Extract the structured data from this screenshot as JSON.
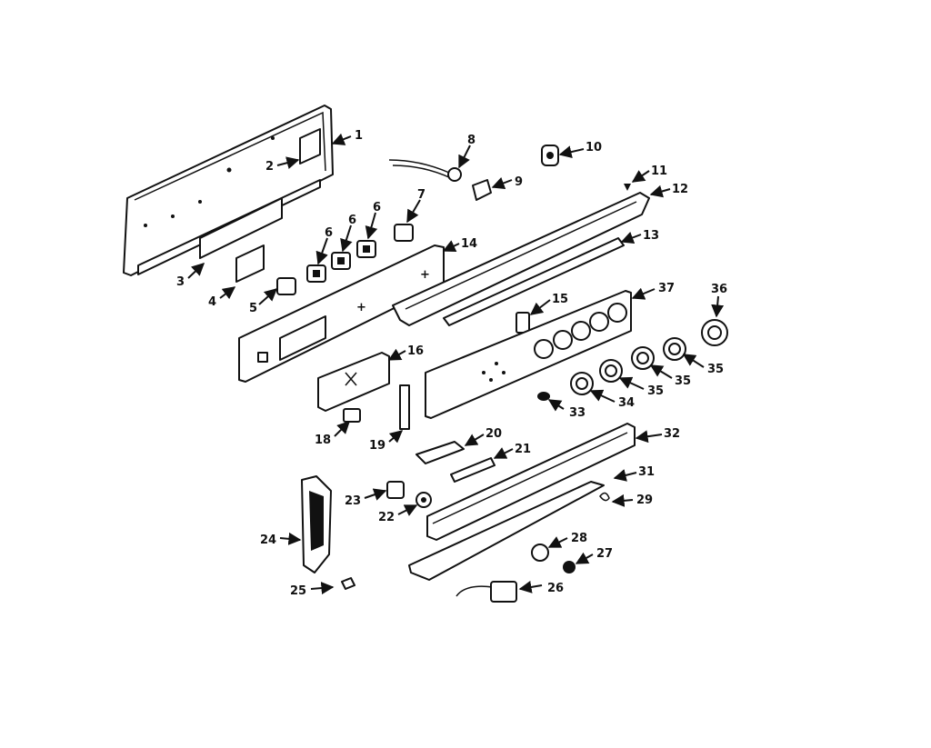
{
  "diagram": {
    "labels": {
      "c1": "1",
      "c2": "2",
      "c3": "3",
      "c4": "4",
      "c5": "5",
      "c6a": "6",
      "c6b": "6",
      "c6c": "6",
      "c7": "7",
      "c8": "8",
      "c9": "9",
      "c10": "10",
      "c11": "11",
      "c12": "12",
      "c13": "13",
      "c14": "14",
      "c15": "15",
      "c16": "16",
      "c18": "18",
      "c19": "19",
      "c20": "20",
      "c21": "21",
      "c22": "22",
      "c23": "23",
      "c24": "24",
      "c25": "25",
      "c26": "26",
      "c27": "27",
      "c28": "28",
      "c29": "29",
      "c31": "31",
      "c32": "32",
      "c33": "33",
      "c34": "34",
      "c35a": "35",
      "c35b": "35",
      "c35c": "35",
      "c36": "36",
      "c37": "37"
    }
  }
}
